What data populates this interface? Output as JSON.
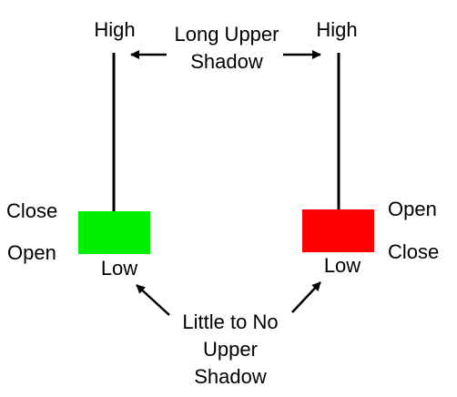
{
  "diagram": {
    "left_candle": {
      "high_label": "High",
      "close_label": "Close",
      "open_label": "Open",
      "low_label": "Low",
      "body_color": "#00ee00"
    },
    "right_candle": {
      "high_label": "High",
      "open_label": "Open",
      "close_label": "Close",
      "low_label": "Low",
      "body_color": "#ff0000"
    },
    "top_annotation": "Long Upper\nShadow",
    "bottom_annotation": "Little to No\nUpper\nShadow",
    "line_color": "#000000"
  }
}
